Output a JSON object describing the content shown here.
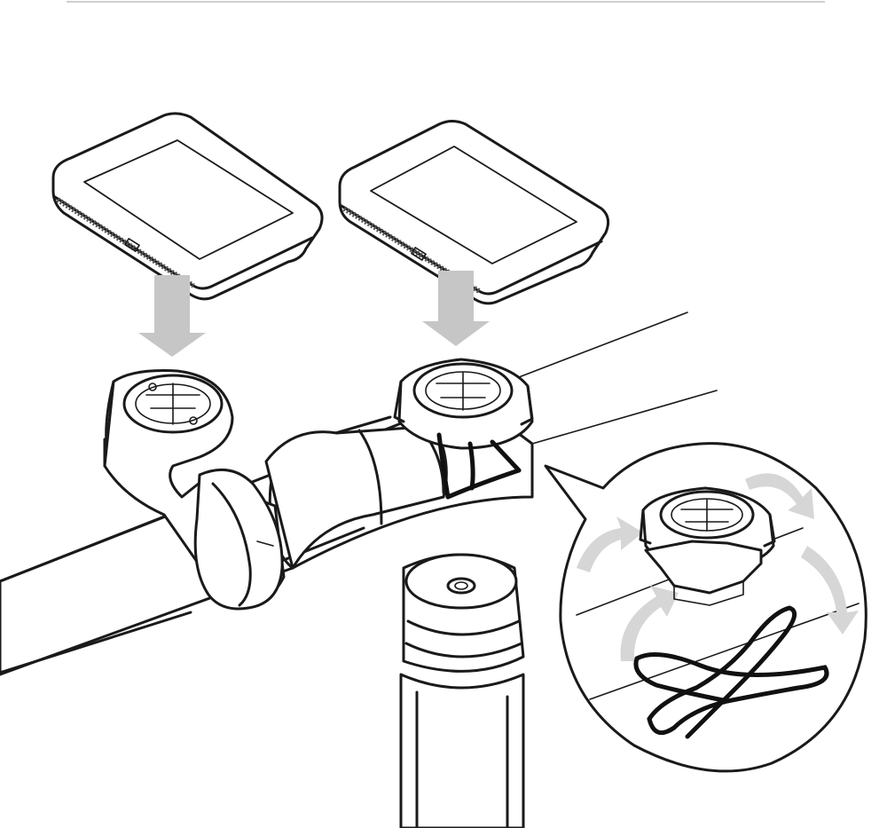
{
  "figure": {
    "colors": {
      "ink": "#1a1a1a",
      "arrow": "#c6c6c6",
      "background": "#ffffff"
    },
    "parts": [
      "bike-computer-left",
      "bike-computer-right",
      "out-front-mount",
      "stem-band-mount",
      "handlebar",
      "stem",
      "detail-callout"
    ]
  }
}
